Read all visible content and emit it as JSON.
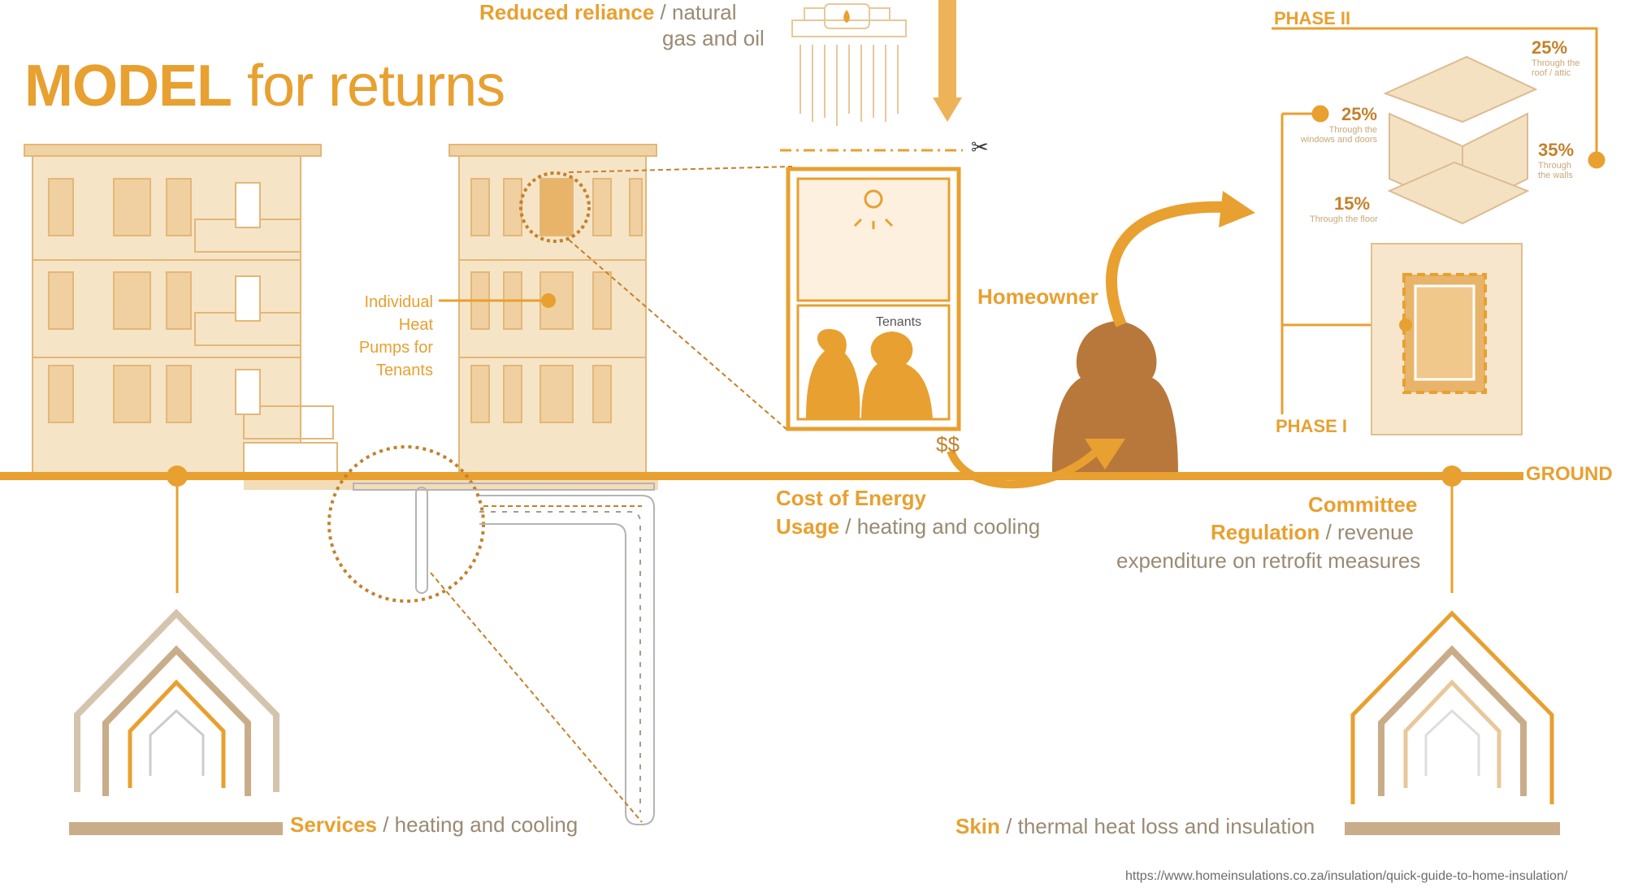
{
  "title": {
    "bold": "MODEL",
    "rest": "for returns"
  },
  "top_label": {
    "bold": "Reduced reliance",
    "rest_line1": "/ natural",
    "rest_line2": "gas and oil"
  },
  "heat_pumps_label": [
    "Individual",
    "Heat",
    "Pumps for",
    "Tenants"
  ],
  "tenants_label": "Tenants",
  "homeowner_label": "Homeowner",
  "money_label": "$$",
  "cost_label": {
    "bold_line1": "Cost of Energy",
    "bold_line2": "Usage",
    "rest": "/ heating and cooling"
  },
  "regulation_label": {
    "bold_line1": "Committee",
    "bold_line2": "Regulation",
    "rest_line2": "/ revenue",
    "line3": "expenditure on retrofit measures"
  },
  "ground_label": "GROUND",
  "phase2_label": "PHASE II",
  "phase1_label": "PHASE I",
  "heat_loss": [
    {
      "pct": "25%",
      "note": "Through the roof / attic"
    },
    {
      "pct": "25%",
      "note": "Through the windows and doors"
    },
    {
      "pct": "35%",
      "note": "Through the walls"
    },
    {
      "pct": "15%",
      "note": "Through the floor"
    }
  ],
  "services_label": {
    "bold": "Services",
    "rest": "/ heating and cooling"
  },
  "skin_label": {
    "bold": "Skin",
    "rest": "/ thermal heat loss and insulation"
  },
  "source_url": "https://www.homeinsulations.co.za/insulation/quick-guide-to-home-insulation/",
  "colors": {
    "accent": "#e8a030",
    "dark_accent": "#b8783b",
    "light": "#f3dcb8",
    "tan": "#c9ad8a"
  }
}
